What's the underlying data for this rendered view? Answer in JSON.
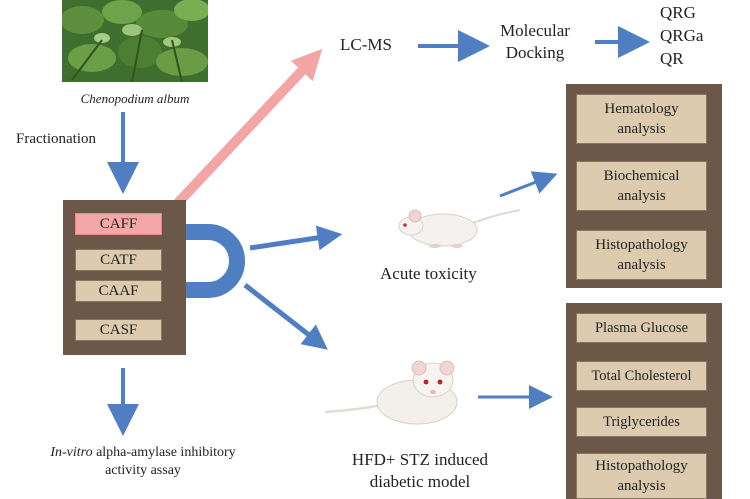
{
  "plant": {
    "caption": "Chenopodium album"
  },
  "steps": {
    "fractionation": "Fractionation"
  },
  "fractions": [
    "CAFF",
    "CATF",
    "CAAF",
    "CASF"
  ],
  "invitro": {
    "italic": "In-vitro",
    "rest": " alpha-amylase inhibitory",
    "line2": "activity assay"
  },
  "pipeline": {
    "lcms": "LC-MS",
    "docking_l1": "Molecular",
    "docking_l2": "Docking"
  },
  "compounds": [
    "QRG",
    "QRGa",
    "QR"
  ],
  "acute": {
    "label": "Acute toxicity"
  },
  "acute_panel": [
    {
      "l1": "Hematology",
      "l2": "analysis"
    },
    {
      "l1": "Biochemical",
      "l2": "analysis"
    },
    {
      "l1": "Histopathology",
      "l2": "analysis"
    }
  ],
  "diabetic": {
    "l1": "HFD+ STZ induced",
    "l2": "diabetic model"
  },
  "diabetic_panel": [
    {
      "l1": "Plasma Glucose"
    },
    {
      "l1": "Total Cholesterol"
    },
    {
      "l1": "Triglycerides"
    },
    {
      "l1": "Histopathology",
      "l2": "analysis"
    }
  ],
  "colors": {
    "arrow_blue": "#4f7ec2",
    "arrow_pink": "#f3a5a5",
    "panel": "#6b5848",
    "chip": "#dccbaf"
  }
}
